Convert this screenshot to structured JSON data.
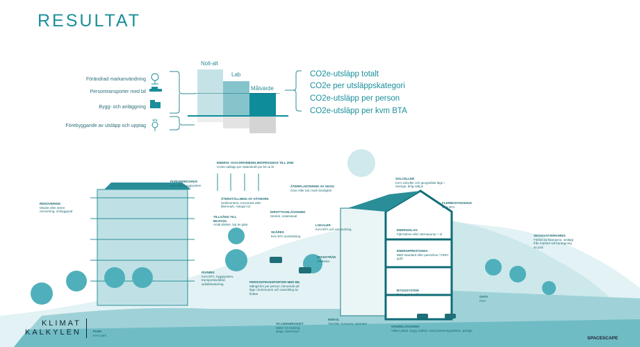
{
  "title": "RESULTAT",
  "inputs": [
    {
      "label": "Förändrad markanvändning",
      "icon": "land-use-icon"
    },
    {
      "label": "Persontransporter med bil",
      "icon": "car-icon"
    },
    {
      "label": "Bygg- och anläggning",
      "icon": "building-icon"
    },
    {
      "label": "Förebyggande av utsläpp och upptag",
      "icon": "tree-uptake-icon"
    }
  ],
  "bars": [
    {
      "label": "Noll-alt",
      "color": "#c5e3e6"
    },
    {
      "label": "Lab",
      "color": "#86c4cc"
    },
    {
      "label": "Målvärde",
      "color": "#0e8c9a"
    }
  ],
  "outputs": [
    "CO2e-utsläpp totalt",
    "CO2e per utsläppskategori",
    "CO2e-utsläpp per person",
    "CO2e-utsläpp per kvm BTA"
  ],
  "labels": {
    "energi": {
      "title": "ENERGI- OCH DRIVMEDELMIXPROGNOS TILL 2050",
      "sub": "CO2e-utsläpp per vattenkraft per km & år"
    },
    "parkering": {
      "title": "PARKERINGSHUS",
      "sub": "kvm BTA, byggsystem"
    },
    "renovering": {
      "title": "RENOVERING",
      "sub": "Mindre eller större renovering, ombyggnad"
    },
    "aterstallning": {
      "title": "ÅTERSTÄLLNING AV VÅTMARK",
      "sub": "Sedimentera, torvsmark eller åkermark, mängd m2"
    },
    "bilpool": {
      "title": "TILLGÅNG TILL BILPOOL",
      "sub": "Antal platser, typ av gata"
    },
    "aterplantering": {
      "title": "ÅTERPLANTERING AV SKOG",
      "sub": "Gran eller tall, mark bördighet"
    },
    "idrott": {
      "title": "IDROTTSANLÄGGNING",
      "sub": "Storlek, materialval"
    },
    "lokaler": {
      "title": "LOKALER",
      "sub": "Kvm BTA och användning"
    },
    "skolor": {
      "title": "SKÅRES",
      "sub": "kvm BTA användning"
    },
    "stadstrad": {
      "title": "STADSTRÄD",
      "sub": "Trädarter"
    },
    "solceller": {
      "title": "SOLCELLER",
      "sub": "Kvm solceller och geografiskt läge i Sverige, årlig solljus"
    },
    "flerbostad": {
      "title": "FLERBOSTADSHUS",
      "sub": "Kvm BTA"
    },
    "energislag": {
      "title": "ENERGISLAG",
      "sub": "Fjärrvärme eller värmepump + el"
    },
    "energiprestanda": {
      "title": "ENERGIPRESTANDA",
      "sub": "BBR-standard eller passivhus / FEBY guld"
    },
    "byggsystem": {
      "title": "BYGGSYSTEM",
      "sub": "Betong, trä, stål"
    },
    "skogsavverkning": {
      "title": "SKOGSAVVERKNING",
      "sub": "Förlust av biomassa, utsläpp från marken vid borttagning av jord"
    },
    "gata": {
      "title": "GATA",
      "sub": "Kvm"
    },
    "persontransporter": {
      "title": "PERSONTRANSPORTER MED BIL",
      "sub": "Mängd km per person, beroende på läge i kommunen och utveckling av flottan"
    },
    "rivning": {
      "title": "RIVNING",
      "sub": "Kvm BTA, byggsystem, transportavstånd, avfallshantering"
    },
    "va": {
      "title": "VA-LEDNINGSNÄT",
      "sub": "Meter VA-ledning längs, dimension"
    },
    "mokol": {
      "title": "MOKOL",
      "sub": "Tjocklek, kompost, nyttrader"
    },
    "grund": {
      "title": "GRUNDLÄGGNING",
      "sub": "Vilken platta, bygg, källare, antal parkeringsplatser, garage"
    },
    "park": {
      "title": "PARK",
      "sub": "Kvm park"
    }
  },
  "brand": {
    "line1": "KLIMAT",
    "line2": "KALKYLEN",
    "partner": "SPACESCAPE"
  }
}
